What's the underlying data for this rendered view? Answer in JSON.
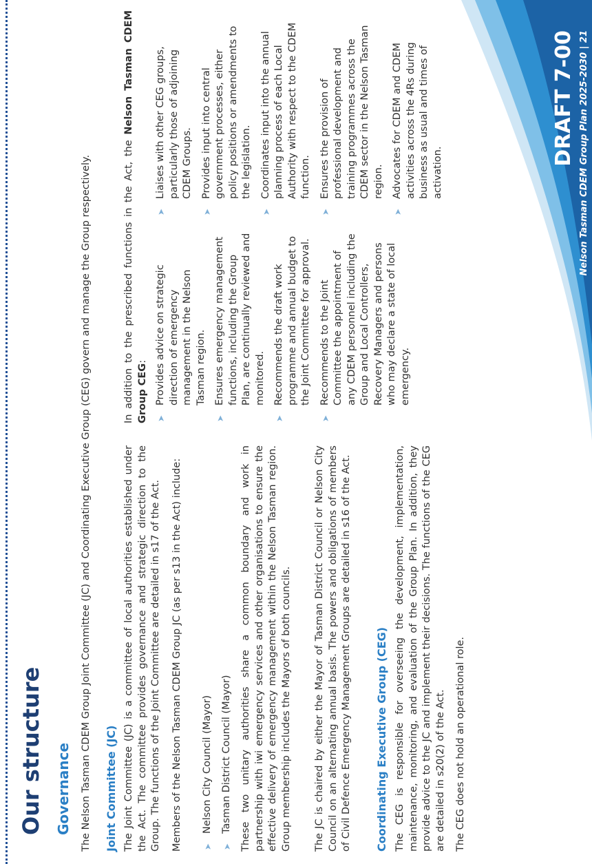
{
  "page_title": "Our structure",
  "governance": {
    "heading": "Governance",
    "intro": "The Nelson Tasman CDEM Group Joint Committee (JC) and Coordinating Executive Group (CEG) govern and manage the Group respectively."
  },
  "jc": {
    "heading": "Joint Committee (JC)",
    "p1": "The Joint Committee (JC) is a committee of local authorities established under the Act. The committee provides governance and strategic direction to the Group. The functions of the Joint Committee are detailed in s17 of the Act.",
    "p2": "Members of the Nelson Tasman CDEM Group JC (as per s13 in the Act) include:",
    "members": [
      "Nelson City Council (Mayor)",
      "Tasman District Council (Mayor)"
    ],
    "p3": "These two unitary authorities share a common boundary and work in partnership with iwi emergency services and other organisations to ensure the effective delivery of emergency management within the Nelson Tasman region. Group membership includes the Mayors of both councils.",
    "p4": "The JC is chaired by either the Mayor of Tasman District Council or Nelson City Council on an alternating annual basis. The powers and obligations of members of Civil Defence Emergency Management Groups are detailed in s16 of the Act."
  },
  "ceg": {
    "heading": "Coordinating Executive Group (CEG)",
    "p1": "The CEG is responsible for overseeing the development, implementation, maintenance, monitoring, and evaluation of the Group Plan. In addition, they provide advice to the JC and implement their decisions. The functions of the CEG are detailed in s20(2) of the Act.",
    "p2": "The CEG does not hold an operational role."
  },
  "functions": {
    "intro_a": "In addition to the prescribed functions in the Act, the ",
    "intro_bold": "Nelson Tasman CDEM Group CEG",
    "intro_b": ":",
    "col1": [
      "Provides advice on strategic direction of emergency management in the Nelson Tasman region.",
      "Ensures emergency management functions, including the Group Plan, are continually reviewed and monitored.",
      "Recommends the draft work programme and annual budget to the Joint Committee for approval.",
      "Recommends to the Joint Committee the appointment of any CDEM personnel including the Group and Local Controllers, Recovery Managers and persons who may declare a state of local emergency."
    ],
    "col2": [
      "Liaises with other CEG groups, particularly those of adjoining CDEM Groups.",
      "Provides input into central government processes, either policy positions or amendments to the legislation.",
      "Coordinates input into the annual planning process of each Local Authority with respect to the CDEM function.",
      "Ensures the provision of professional development and training programmes across the CDEM sector in the Nelson Tasman region.",
      "Advocates for CDEM and CDEM activities across the 4Rs during business as usual and times of activation."
    ]
  },
  "draft_label": "DRAFT 7-00",
  "footer_text": "Nelson Tasman CDEM Group Plan 2025-2030 | 21"
}
